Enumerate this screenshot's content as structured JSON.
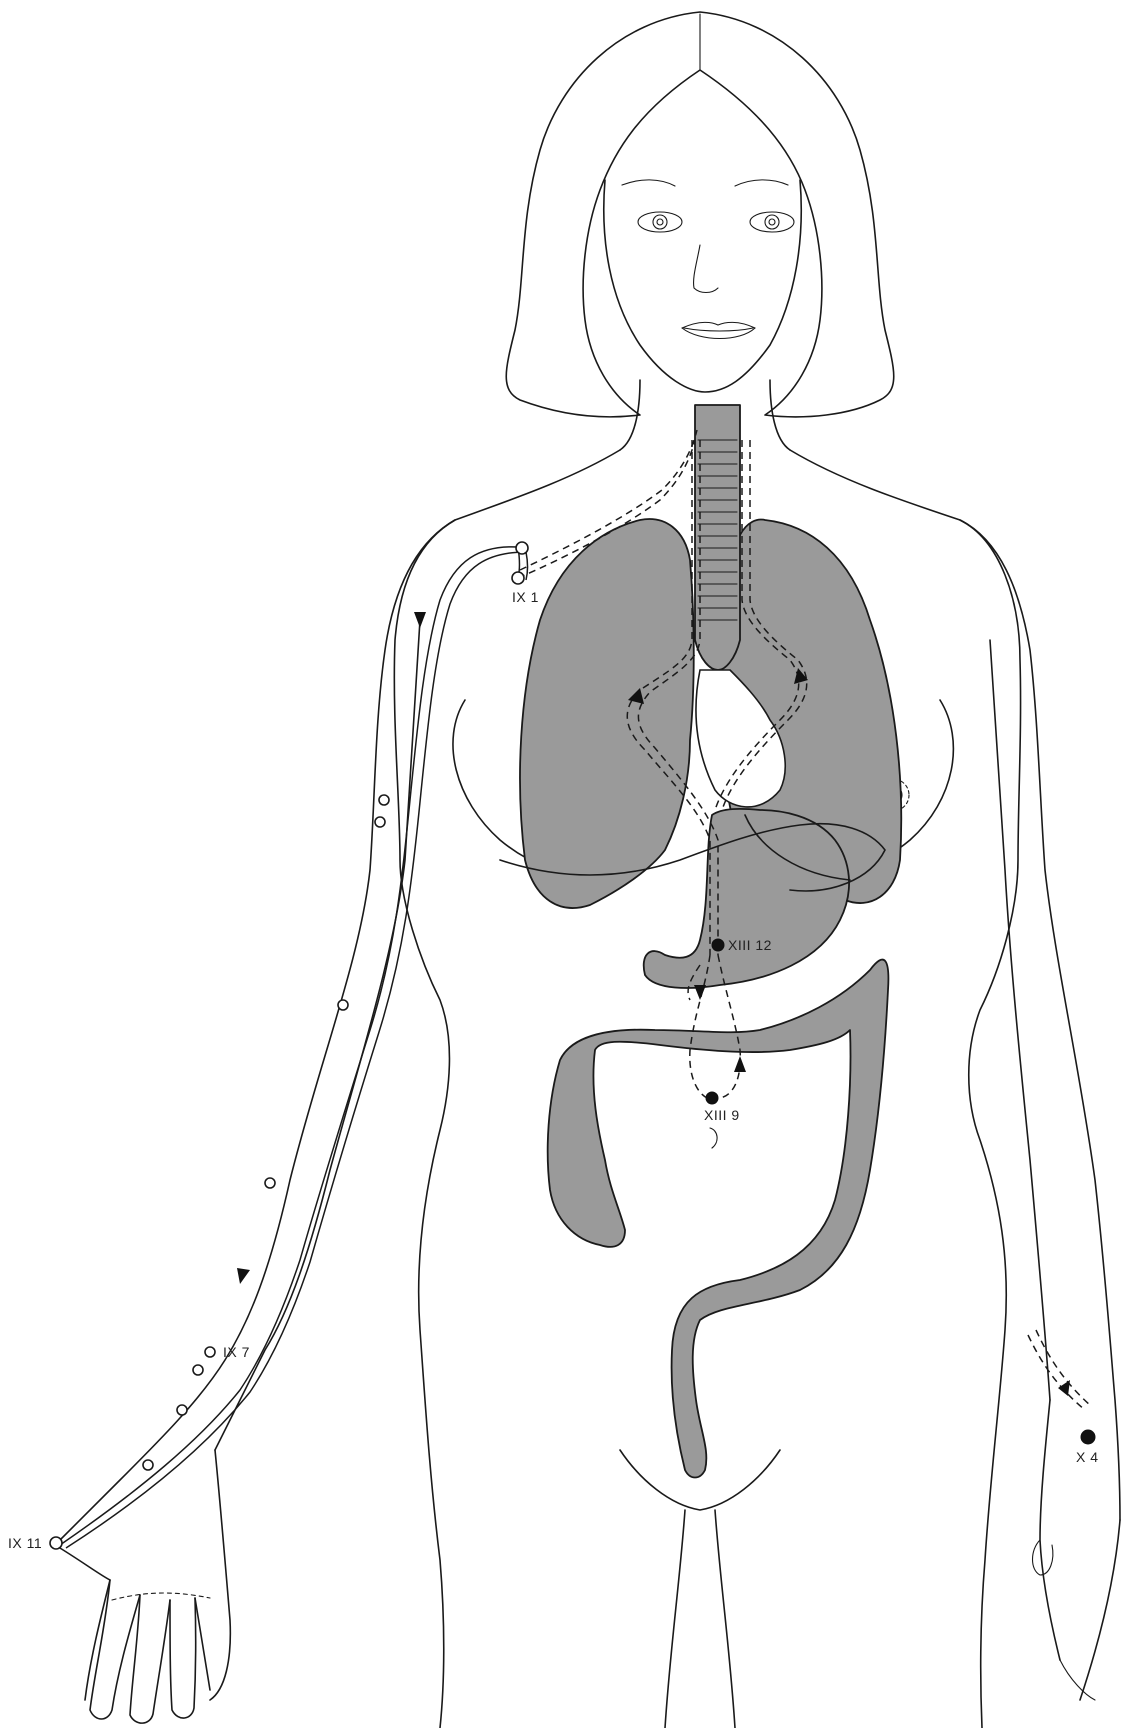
{
  "points": [
    {
      "id": "ix1",
      "label": "IX 1"
    },
    {
      "id": "ix7",
      "label": "IX 7"
    },
    {
      "id": "ix11",
      "label": "IX 11"
    },
    {
      "id": "xiii12",
      "label": "XIII 12"
    },
    {
      "id": "xiii9",
      "label": "XIII 9"
    },
    {
      "id": "x4",
      "label": "X 4"
    }
  ],
  "colors": {
    "organ_fill": "#9a9a9a",
    "line": "#1a1a1a",
    "background": "#ffffff"
  }
}
